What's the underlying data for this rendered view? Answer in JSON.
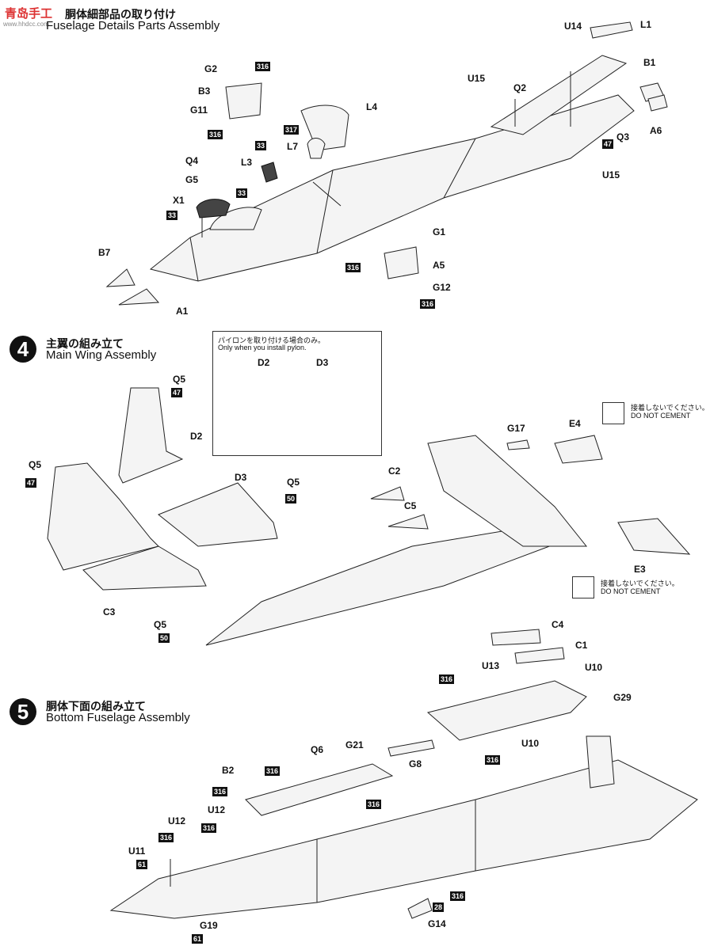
{
  "watermark": {
    "text": "青岛手工",
    "sub": "www.hhdcc.com"
  },
  "step3": {
    "jp": "胴体細部品の取り付け",
    "en": "Fuselage Details Parts Assembly"
  },
  "step4": {
    "number": "4",
    "jp": "主翼の組み立て",
    "en": "Main Wing Assembly"
  },
  "step5": {
    "number": "5",
    "jp": "胴体下面の組み立て",
    "en": "Bottom Fuselage Assembly"
  },
  "pylon_note": {
    "jp": "パイロンを取り付ける場合のみ。",
    "en": "Only when you install pylon."
  },
  "do_not_cement": {
    "jp": "接着しないでください。",
    "en": "DO NOT CEMENT"
  },
  "labels": {
    "U14": "U14",
    "L1": "L1",
    "B1": "B1",
    "A6": "A6",
    "Q3": "Q3",
    "U15": "U15",
    "Q2": "Q2",
    "G2": "G2",
    "B3": "B3",
    "G11": "G11",
    "L4": "L4",
    "L7": "L7",
    "L3": "L3",
    "Q4": "Q4",
    "G5": "G5",
    "X1": "X1",
    "G1": "G1",
    "A5": "A5",
    "G12": "G12",
    "B7": "B7",
    "A1": "A1",
    "Q5": "Q5",
    "D2": "D2",
    "D3": "D3",
    "C3": "C3",
    "G17": "G17",
    "E4": "E4",
    "C2": "C2",
    "C5": "C5",
    "E3": "E3",
    "C4": "C4",
    "C1": "C1",
    "U13": "U13",
    "U10": "U10",
    "G29": "G29",
    "Q6": "Q6",
    "G21": "G21",
    "G8": "G8",
    "B2": "B2",
    "U12": "U12",
    "U11": "U11",
    "G19": "G19",
    "G14": "G14"
  },
  "paint_codes": {
    "p316": "316",
    "p317": "317",
    "p33": "33",
    "p47": "47",
    "p50": "50",
    "p28": "28",
    "p61": "61"
  }
}
